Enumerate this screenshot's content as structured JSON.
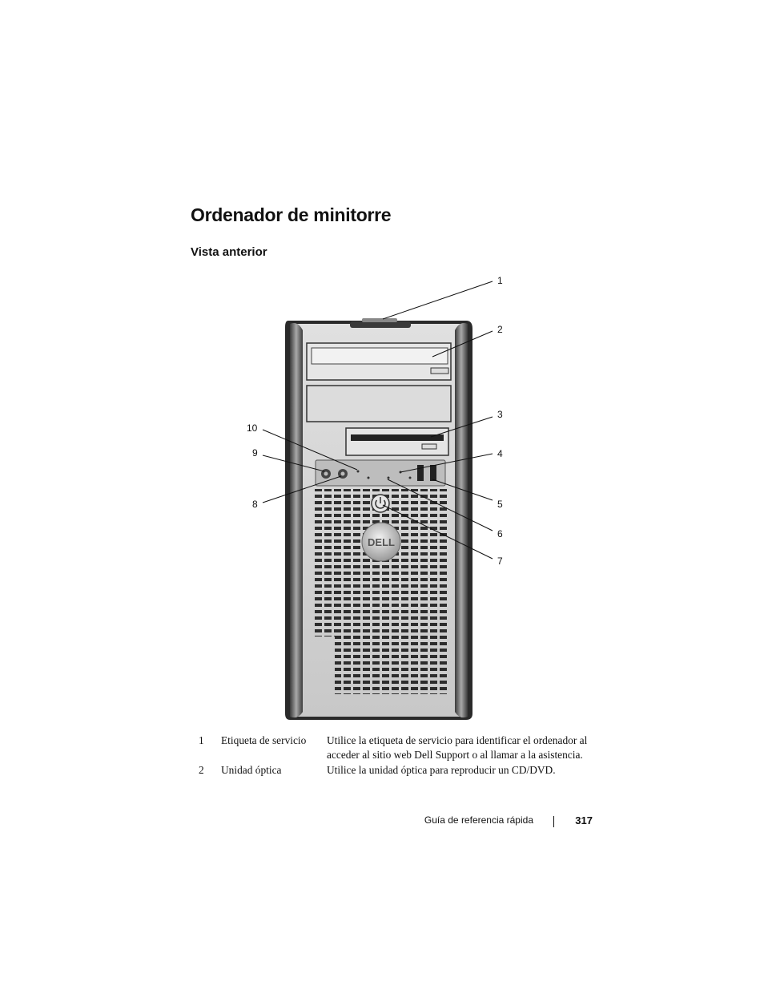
{
  "heading": "Ordenador de minitorre",
  "subheading": "Vista anterior",
  "figure": {
    "brand_logo": "DELL",
    "callouts": [
      "1",
      "2",
      "3",
      "4",
      "5",
      "6",
      "7",
      "8",
      "9",
      "10"
    ]
  },
  "rows": [
    {
      "num": "1",
      "name": "Etiqueta de servicio",
      "desc": "Utilice la etiqueta de servicio para identificar el ordenador al acceder al sitio web Dell Support o al llamar a la asistencia."
    },
    {
      "num": "2",
      "name": "Unidad óptica",
      "desc": "Utilice la unidad óptica para reproducir un CD/DVD."
    }
  ],
  "footer": {
    "title": "Guía de referencia rápida",
    "page": "317"
  }
}
